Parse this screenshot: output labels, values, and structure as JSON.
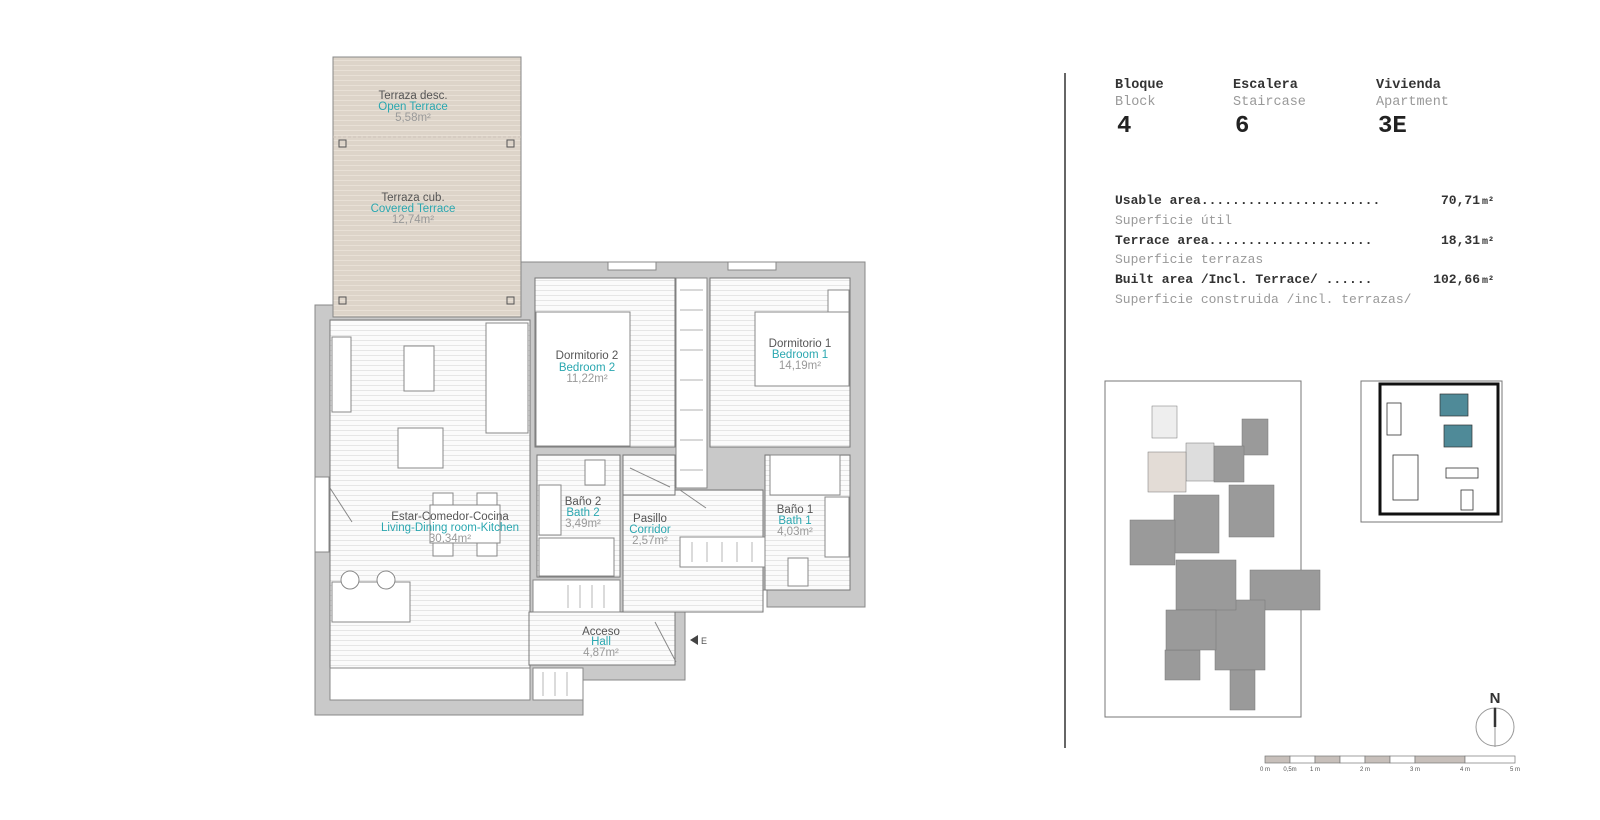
{
  "header": {
    "block": {
      "label_es": "Bloque",
      "label_en": "Block",
      "value": "4"
    },
    "staircase": {
      "label_es": "Escalera",
      "label_en": "Staircase",
      "value": "6"
    },
    "apartment": {
      "label_es": "Vivienda",
      "label_en": "Apartment",
      "value": "3E"
    }
  },
  "areas": [
    {
      "label": "Usable area.......................",
      "value": "70,71",
      "unit": "m²",
      "sub": "Superficie útil"
    },
    {
      "label": "Terrace area.....................",
      "value": "18,31",
      "unit": "m²",
      "sub": "Superficie terrazas"
    },
    {
      "label": "Built area /Incl. Terrace/ ......",
      "value": "102,66",
      "unit": "m²",
      "sub": "Superficie construida /incl. terrazas/"
    }
  ],
  "rooms": [
    {
      "es": "Terraza desc.",
      "en": "Open Terrace",
      "area": "5,58m²"
    },
    {
      "es": "Terraza cub.",
      "en": "Covered Terrace",
      "area": "12,74m²"
    },
    {
      "es": "Dormitorio 2",
      "en": "Bedroom 2",
      "area": "11,22m²"
    },
    {
      "es": "Dormitorio 1",
      "en": "Bedroom 1",
      "area": "14,19m²"
    },
    {
      "es": "Estar-Comedor-Cocina",
      "en": "Living-Dining room-Kitchen",
      "area": "30,34m²"
    },
    {
      "es": "Baño 2",
      "en": "Bath 2",
      "area": "3,49m²"
    },
    {
      "es": "Pasillo",
      "en": "Corridor",
      "area": "2,57m²"
    },
    {
      "es": "Baño 1",
      "en": "Bath 1",
      "area": "4,03m²"
    },
    {
      "es": "Acceso",
      "en": "Hall",
      "area": "4,87m²"
    }
  ],
  "entrance_label": "E",
  "north_label": "N",
  "scale_labels": [
    "0 m",
    "0,5m",
    "1 m",
    "2 m",
    "3 m",
    "4 m",
    "5 m"
  ],
  "colors": {
    "terrace": "#ddd4c9",
    "highlight": "#4f8a98",
    "accent_text": "#2aa7b0",
    "wall": "#c9c9c9",
    "key_building": "#9a9a9a"
  }
}
